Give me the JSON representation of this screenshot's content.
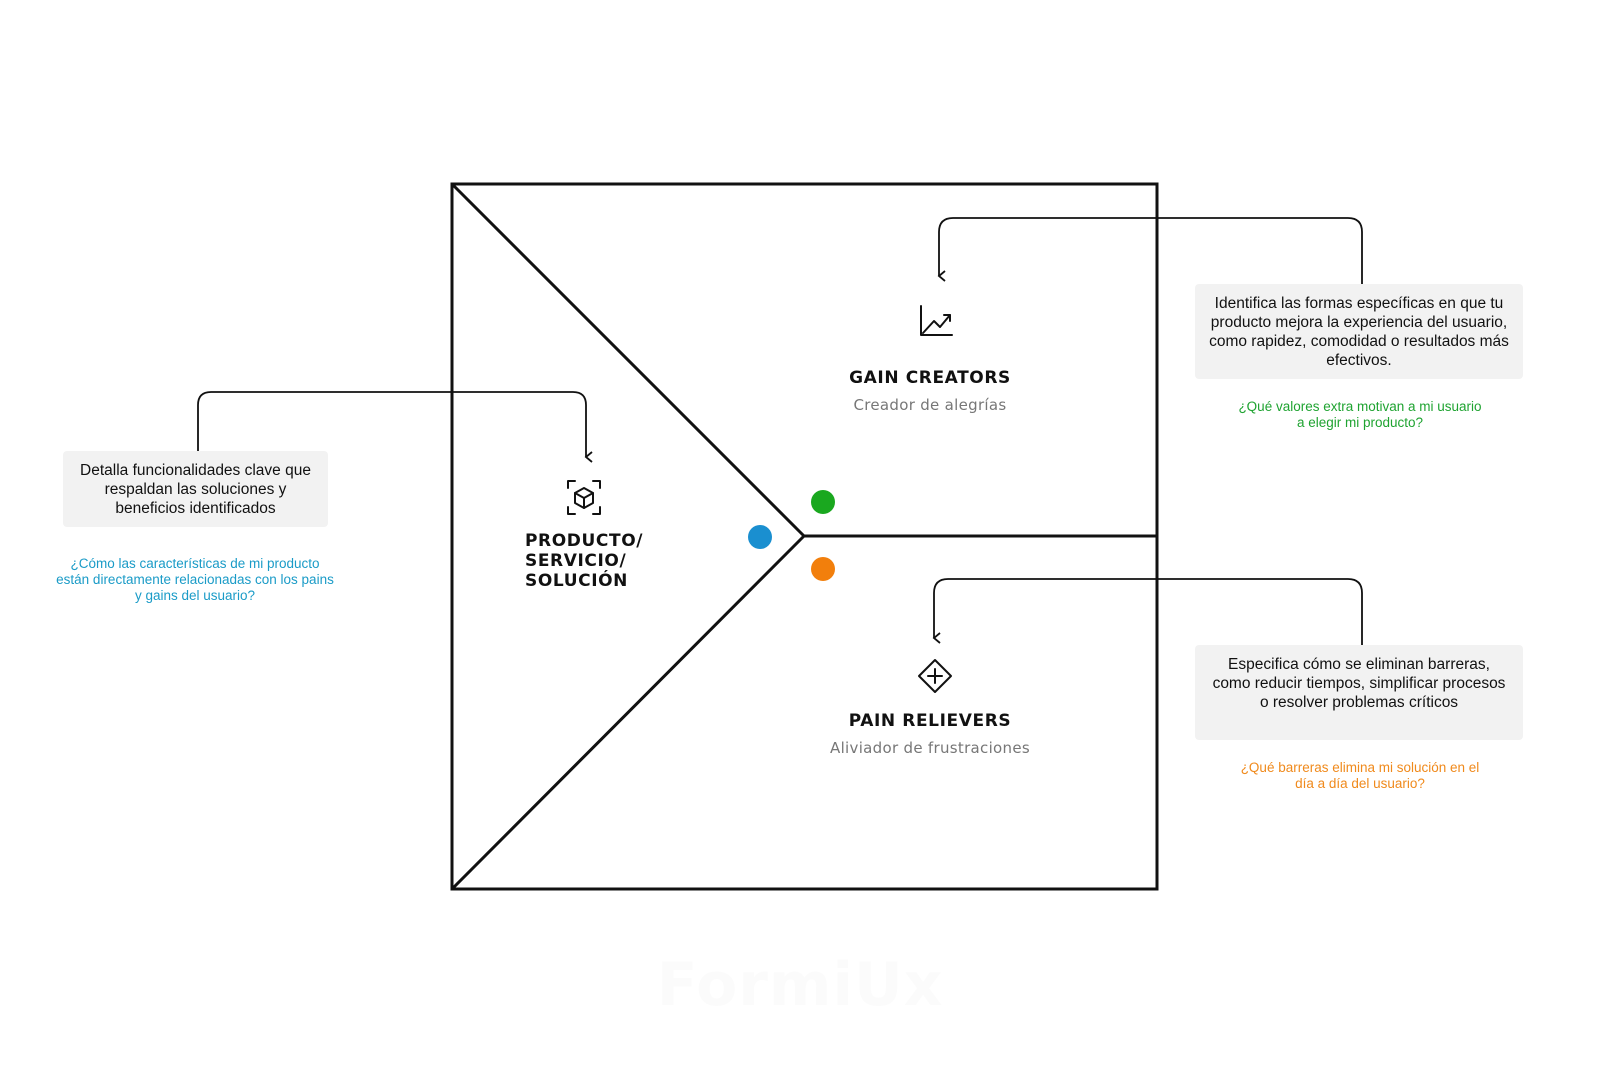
{
  "sections": {
    "product": {
      "title": "PRODUCTO/\nSERVICIO/\nSOLUCIÓN"
    },
    "gain_creators": {
      "title": "GAIN CREATORS",
      "subtitle": "Creador de alegrías"
    },
    "pain_relievers": {
      "title": "PAIN RELIEVERS",
      "subtitle": "Aliviador de frustraciones"
    }
  },
  "notes": {
    "product": {
      "text": "Detalla funcionalidades clave que respaldan las soluciones y beneficios identificados",
      "question": "¿Cómo las características de mi producto están directamente relacionadas con los pains y gains del usuario?"
    },
    "gain": {
      "text": "Identifica las formas específicas en que tu producto mejora la experiencia del usuario, como rapidez, comodidad o resultados más efectivos.",
      "question": "¿Qué valores extra motivan a mi usuario a elegir mi producto?"
    },
    "pain": {
      "text": "Especifica cómo se eliminan barreras, como reducir tiempos, simplificar procesos o resolver problemas críticos",
      "question": "¿Qué barreras elimina mi solución en el día a día del usuario?"
    }
  },
  "markers": [
    {
      "name": "product",
      "color": "#1a8fd0"
    },
    {
      "name": "gain",
      "color": "#1aa81f"
    },
    {
      "name": "pain",
      "color": "#f27f0c"
    }
  ],
  "colors": {
    "product_accent": "#1a9bc7",
    "gain_accent": "#1fa331",
    "pain_accent": "#f08a1c",
    "note_background": "#f2f2f2",
    "line": "#111111"
  },
  "icons": {
    "product": "cube-icon",
    "gain": "chart-trend-icon",
    "pain": "plus-diamond-icon"
  },
  "watermark": "FormiUx"
}
